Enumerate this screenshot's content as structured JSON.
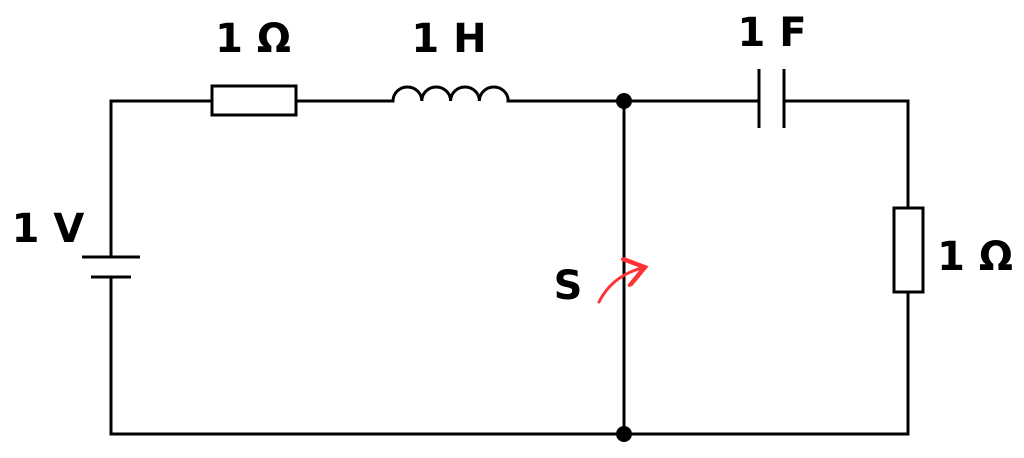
{
  "components": {
    "source": {
      "label": "1 V"
    },
    "resistor_top": {
      "label": "1 Ω"
    },
    "inductor": {
      "label": "1 H"
    },
    "capacitor": {
      "label": "1 F"
    },
    "resistor_right": {
      "label": "1 Ω"
    },
    "switch": {
      "label": "S"
    }
  },
  "colors": {
    "wire": "#000000",
    "switch_arrow": "#ff3333",
    "background": "#ffffff"
  }
}
